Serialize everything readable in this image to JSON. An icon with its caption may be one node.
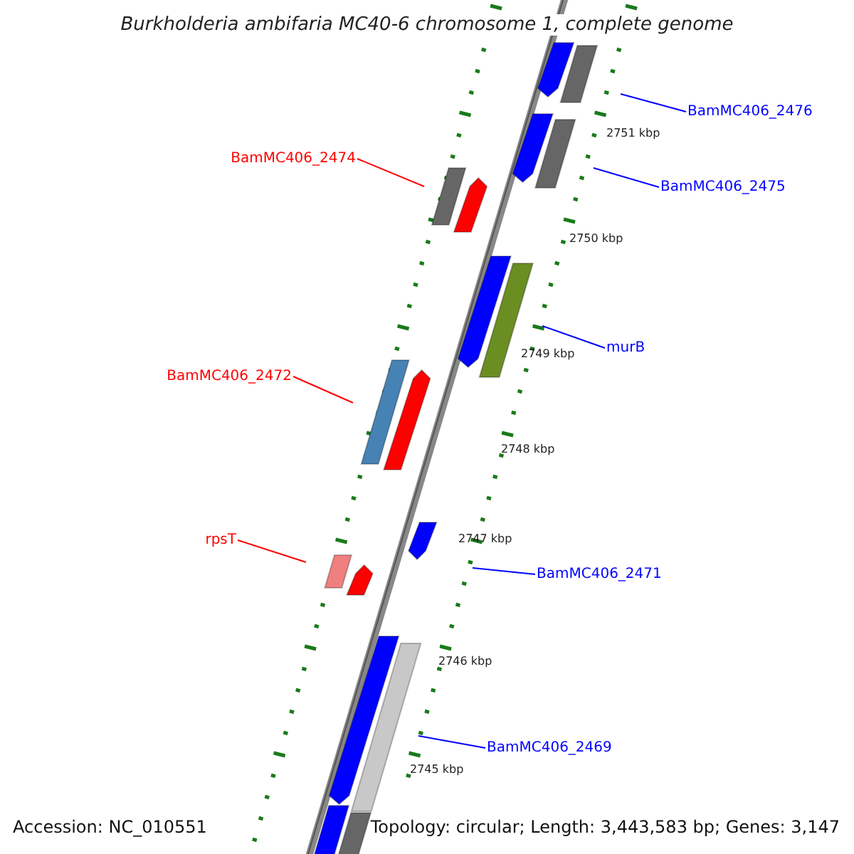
{
  "diagram": {
    "title": "Burkholderia ambifaria MC40-6 chromosome 1, complete genome",
    "nodes": [
      {
        "text": [
          "BamMC406_2476"
        ]
      },
      {
        "text": [
          "BamMC406_2474"
        ]
      },
      {
        "text": [
          "BamMC406_2475"
        ]
      },
      {
        "text": [
          "BamMC406_2472"
        ]
      },
      {
        "text": [
          "murB"
        ]
      },
      {
        "text": [
          "rpsT"
        ]
      },
      {
        "text": [
          "BamMC406_2471"
        ]
      },
      {
        "text": [
          "BamMC406_2469"
        ]
      }
    ],
    "edges": [
      {
        "from": 0,
        "to": null,
        "arrow": "none"
      },
      {
        "from": 1,
        "to": null,
        "arrow": "none",
        "color": "#ff0000"
      },
      {
        "from": 2,
        "to": null,
        "arrow": "none"
      },
      {
        "from": 3,
        "to": null,
        "arrow": "none",
        "color": "#ff0000"
      },
      {
        "from": 4,
        "to": null,
        "arrow": "none"
      },
      {
        "from": 5,
        "to": null,
        "arrow": "none",
        "color": "#ff0000"
      },
      {
        "from": 6,
        "to": null,
        "arrow": "none"
      },
      {
        "from": 7,
        "to": null,
        "arrow": "none"
      }
    ],
    "labels": [
      "2751 kbp",
      "2750 kbp",
      "2749 kbp",
      "2748 kbp",
      "2747 kbp",
      "2746 kbp",
      "2745 kbp",
      "Accession: NC_010551",
      "Topology: circular; Length: 3,443,583 bp; Genes: 3,147"
    ]
  }
}
